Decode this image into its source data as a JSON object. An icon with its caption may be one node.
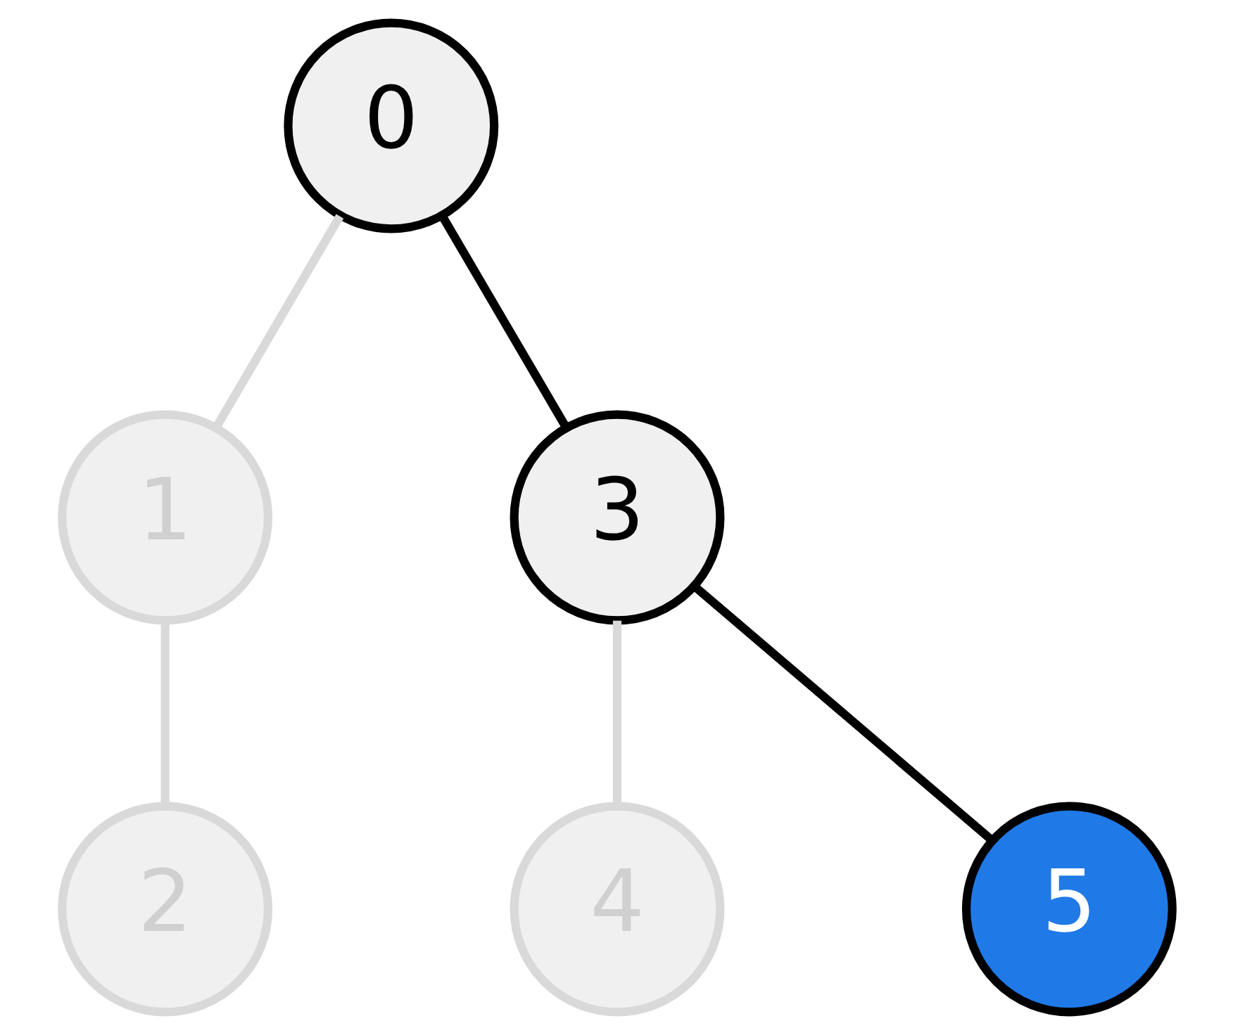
{
  "diagram": {
    "nodes": [
      {
        "text": [
          "0"
        ]
      },
      {
        "text": [
          "1"
        ]
      },
      {
        "text": [
          "2"
        ]
      },
      {
        "text": [
          "3"
        ]
      },
      {
        "text": [
          "4"
        ]
      },
      {
        "text": [
          "5"
        ]
      }
    ],
    "edges": [
      {
        "from": 0,
        "to": 1,
        "arrow": "none",
        "color": "#d9d9d9"
      },
      {
        "from": 1,
        "to": 2,
        "arrow": "none",
        "color": "#d9d9d9"
      },
      {
        "from": 0,
        "to": 3,
        "arrow": "none",
        "color": "#000000"
      },
      {
        "from": 3,
        "to": 4,
        "arrow": "none",
        "color": "#d9d9d9"
      },
      {
        "from": 3,
        "to": 5,
        "arrow": "none",
        "color": "#000000"
      }
    ]
  }
}
